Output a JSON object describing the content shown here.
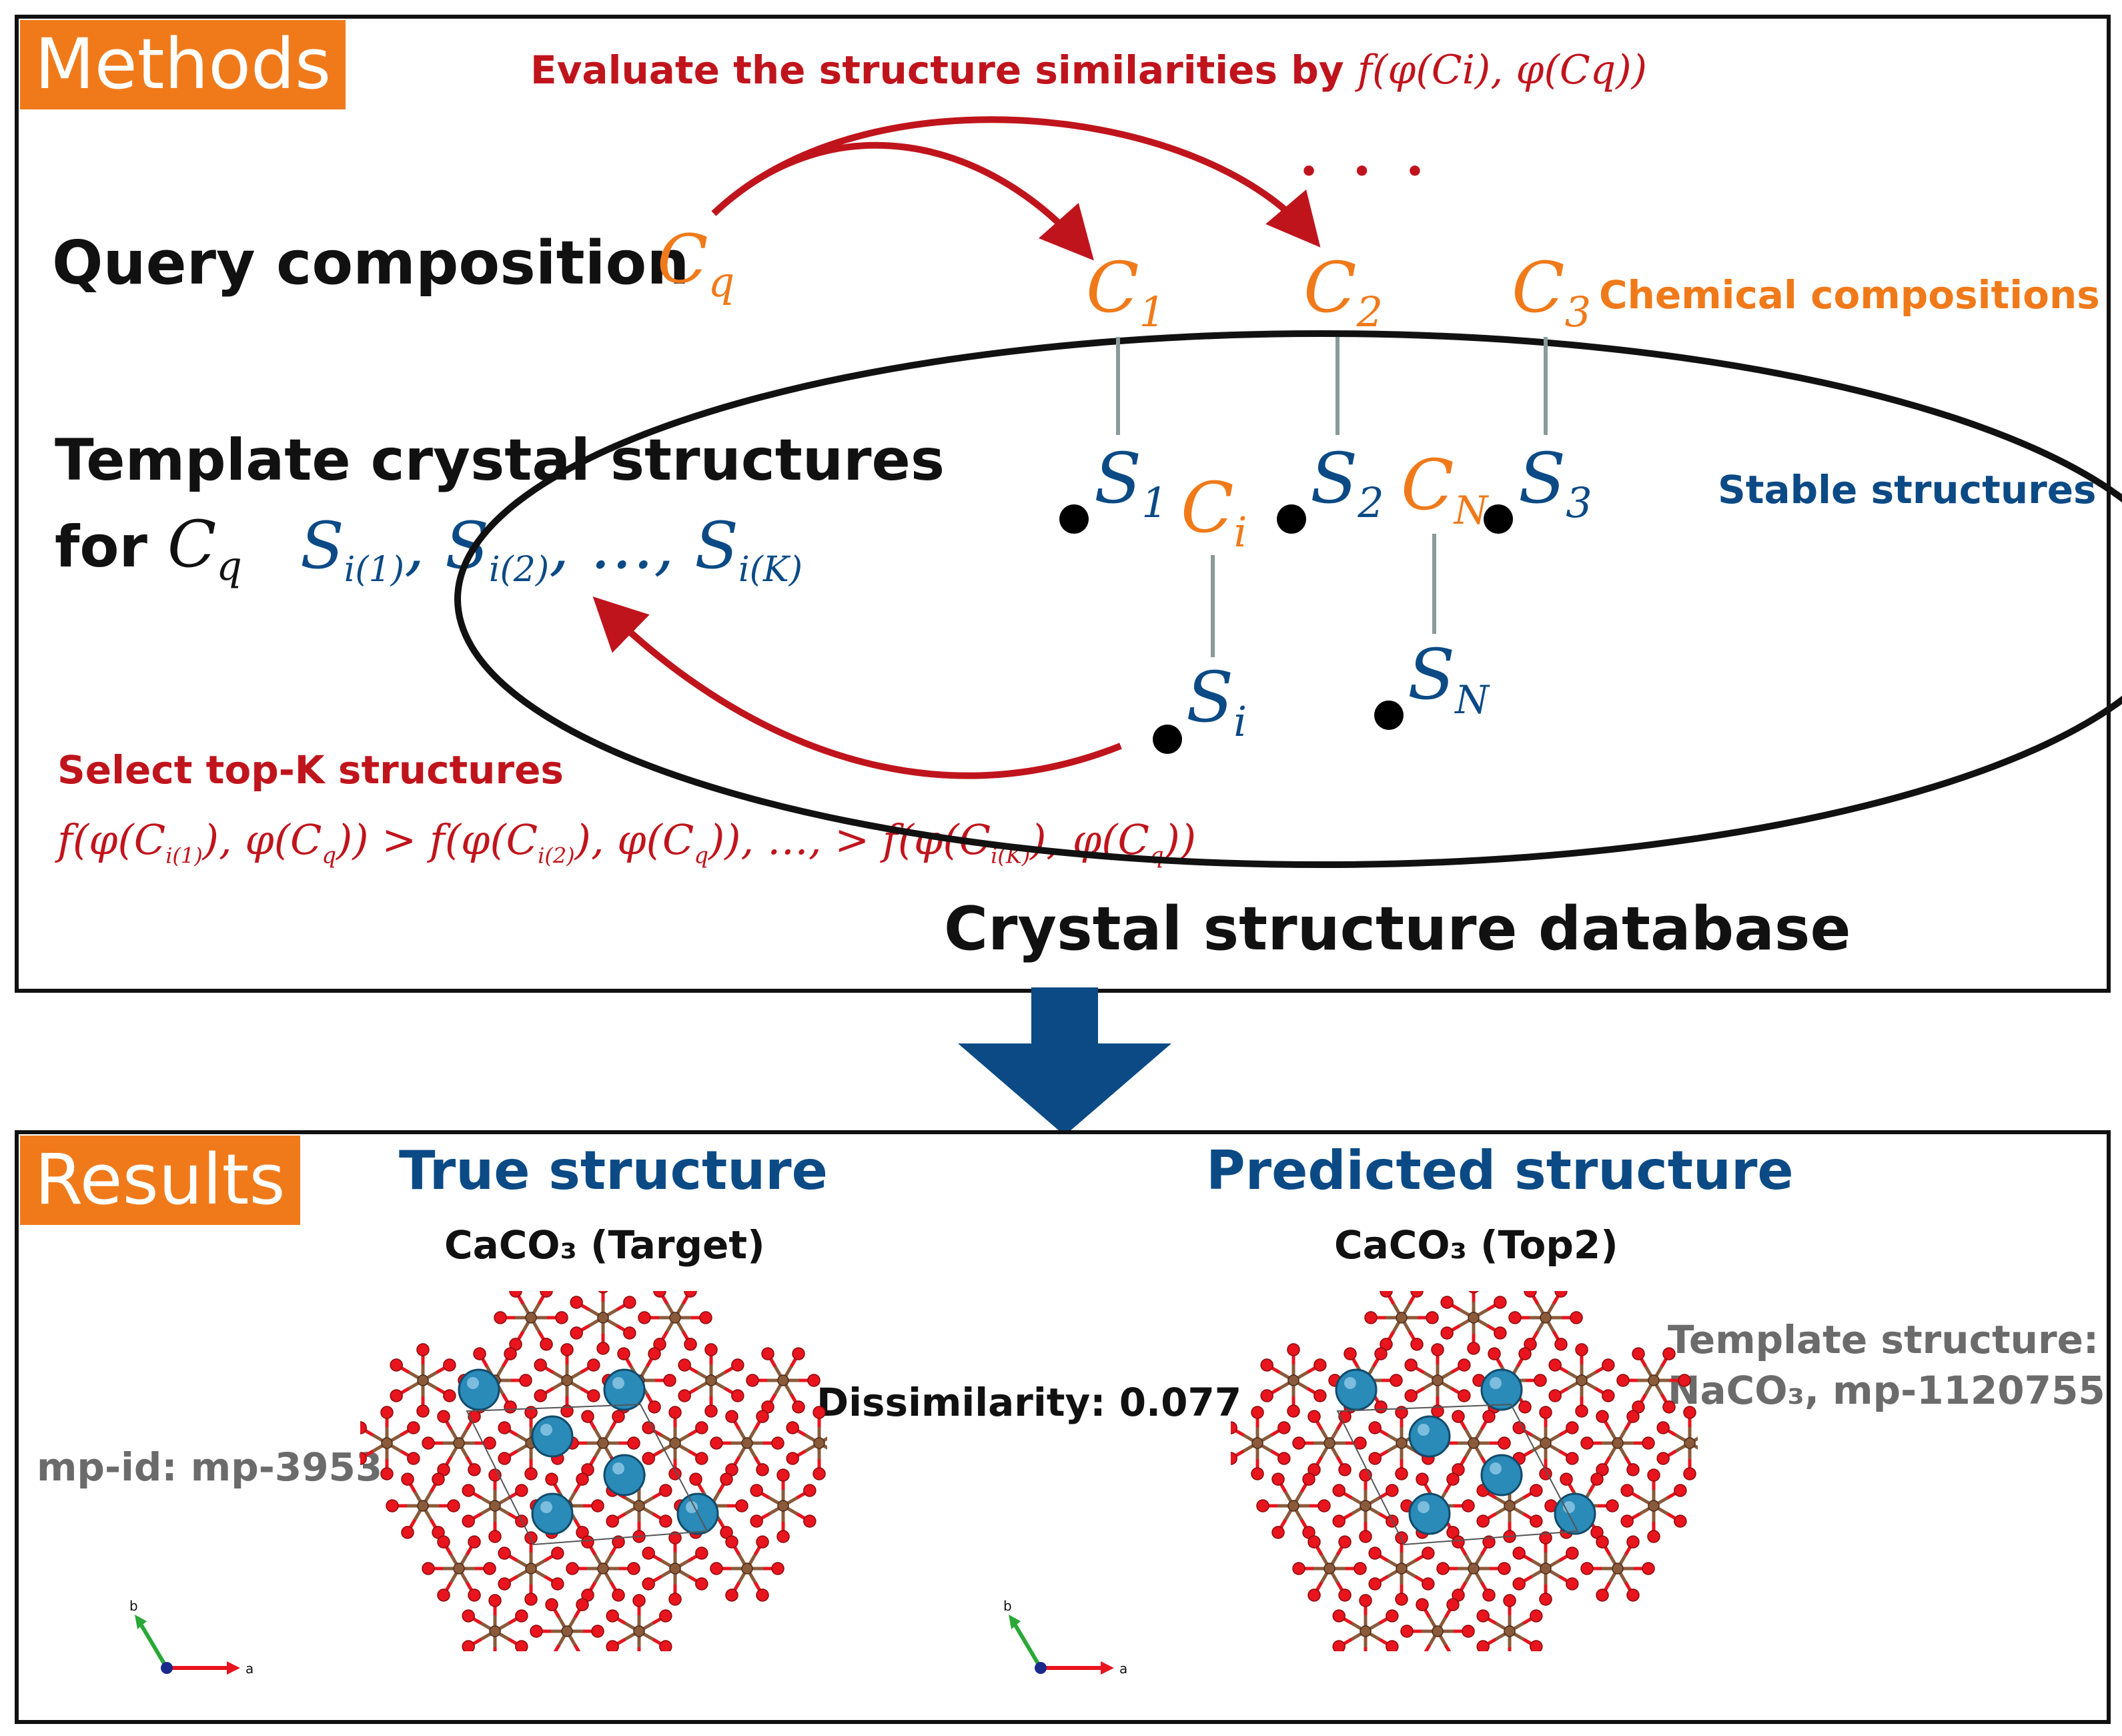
{
  "methods": {
    "tag": "Methods",
    "evaluate_text": "Evaluate the structure similarities by",
    "evaluate_formula": "f(φ(Ci), φ(Cq))",
    "ellipsis": "• • •",
    "query_label": "Query composition",
    "query_symbol": "Cq",
    "template_line1": "Template crystal structures",
    "template_line2": "for",
    "template_symbol": "Cq",
    "template_list": "Si(1), Si(2), …, Si(K)",
    "chemical_compositions": "Chemical compositions",
    "stable_structures": "Stable structures",
    "database_label": "Crystal structure database",
    "select_text": "Select top-K structures",
    "select_formula": "f(φ(Ci(1)), φ(Cq)) > f(φ(Ci(2)), φ(Cq)), …, > f(φ(Ci(K)), φ(Cq))",
    "compositions": [
      "C1",
      "C2",
      "C3",
      "Ci",
      "CN"
    ],
    "structures": [
      "S1",
      "S2",
      "S3",
      "Si",
      "SN"
    ]
  },
  "results": {
    "tag": "Results",
    "true_title": "True structure",
    "predicted_title": "Predicted structure",
    "true_caption": "CaCO₃ (Target)",
    "predicted_caption": "CaCO₃ (Top2)",
    "mp_id": "mp-id: mp-3953",
    "dissimilarity": "Dissimilarity: 0.077",
    "template_line1": "Template structure:",
    "template_line2": "NaCO₃, mp-1120755",
    "axis_a": "a",
    "axis_b": "b"
  },
  "colors": {
    "orange": "#f07a1a",
    "blue": "#0b4a85",
    "red": "#c0141c",
    "arrow_blue": "#0b4a85",
    "oxygen": "#e8141e",
    "carbon": "#8a5a3a",
    "calcium": "#2a8ab8"
  },
  "icons": [
    "orange-tag",
    "down-arrow-icon",
    "axis-indicator-icon"
  ]
}
